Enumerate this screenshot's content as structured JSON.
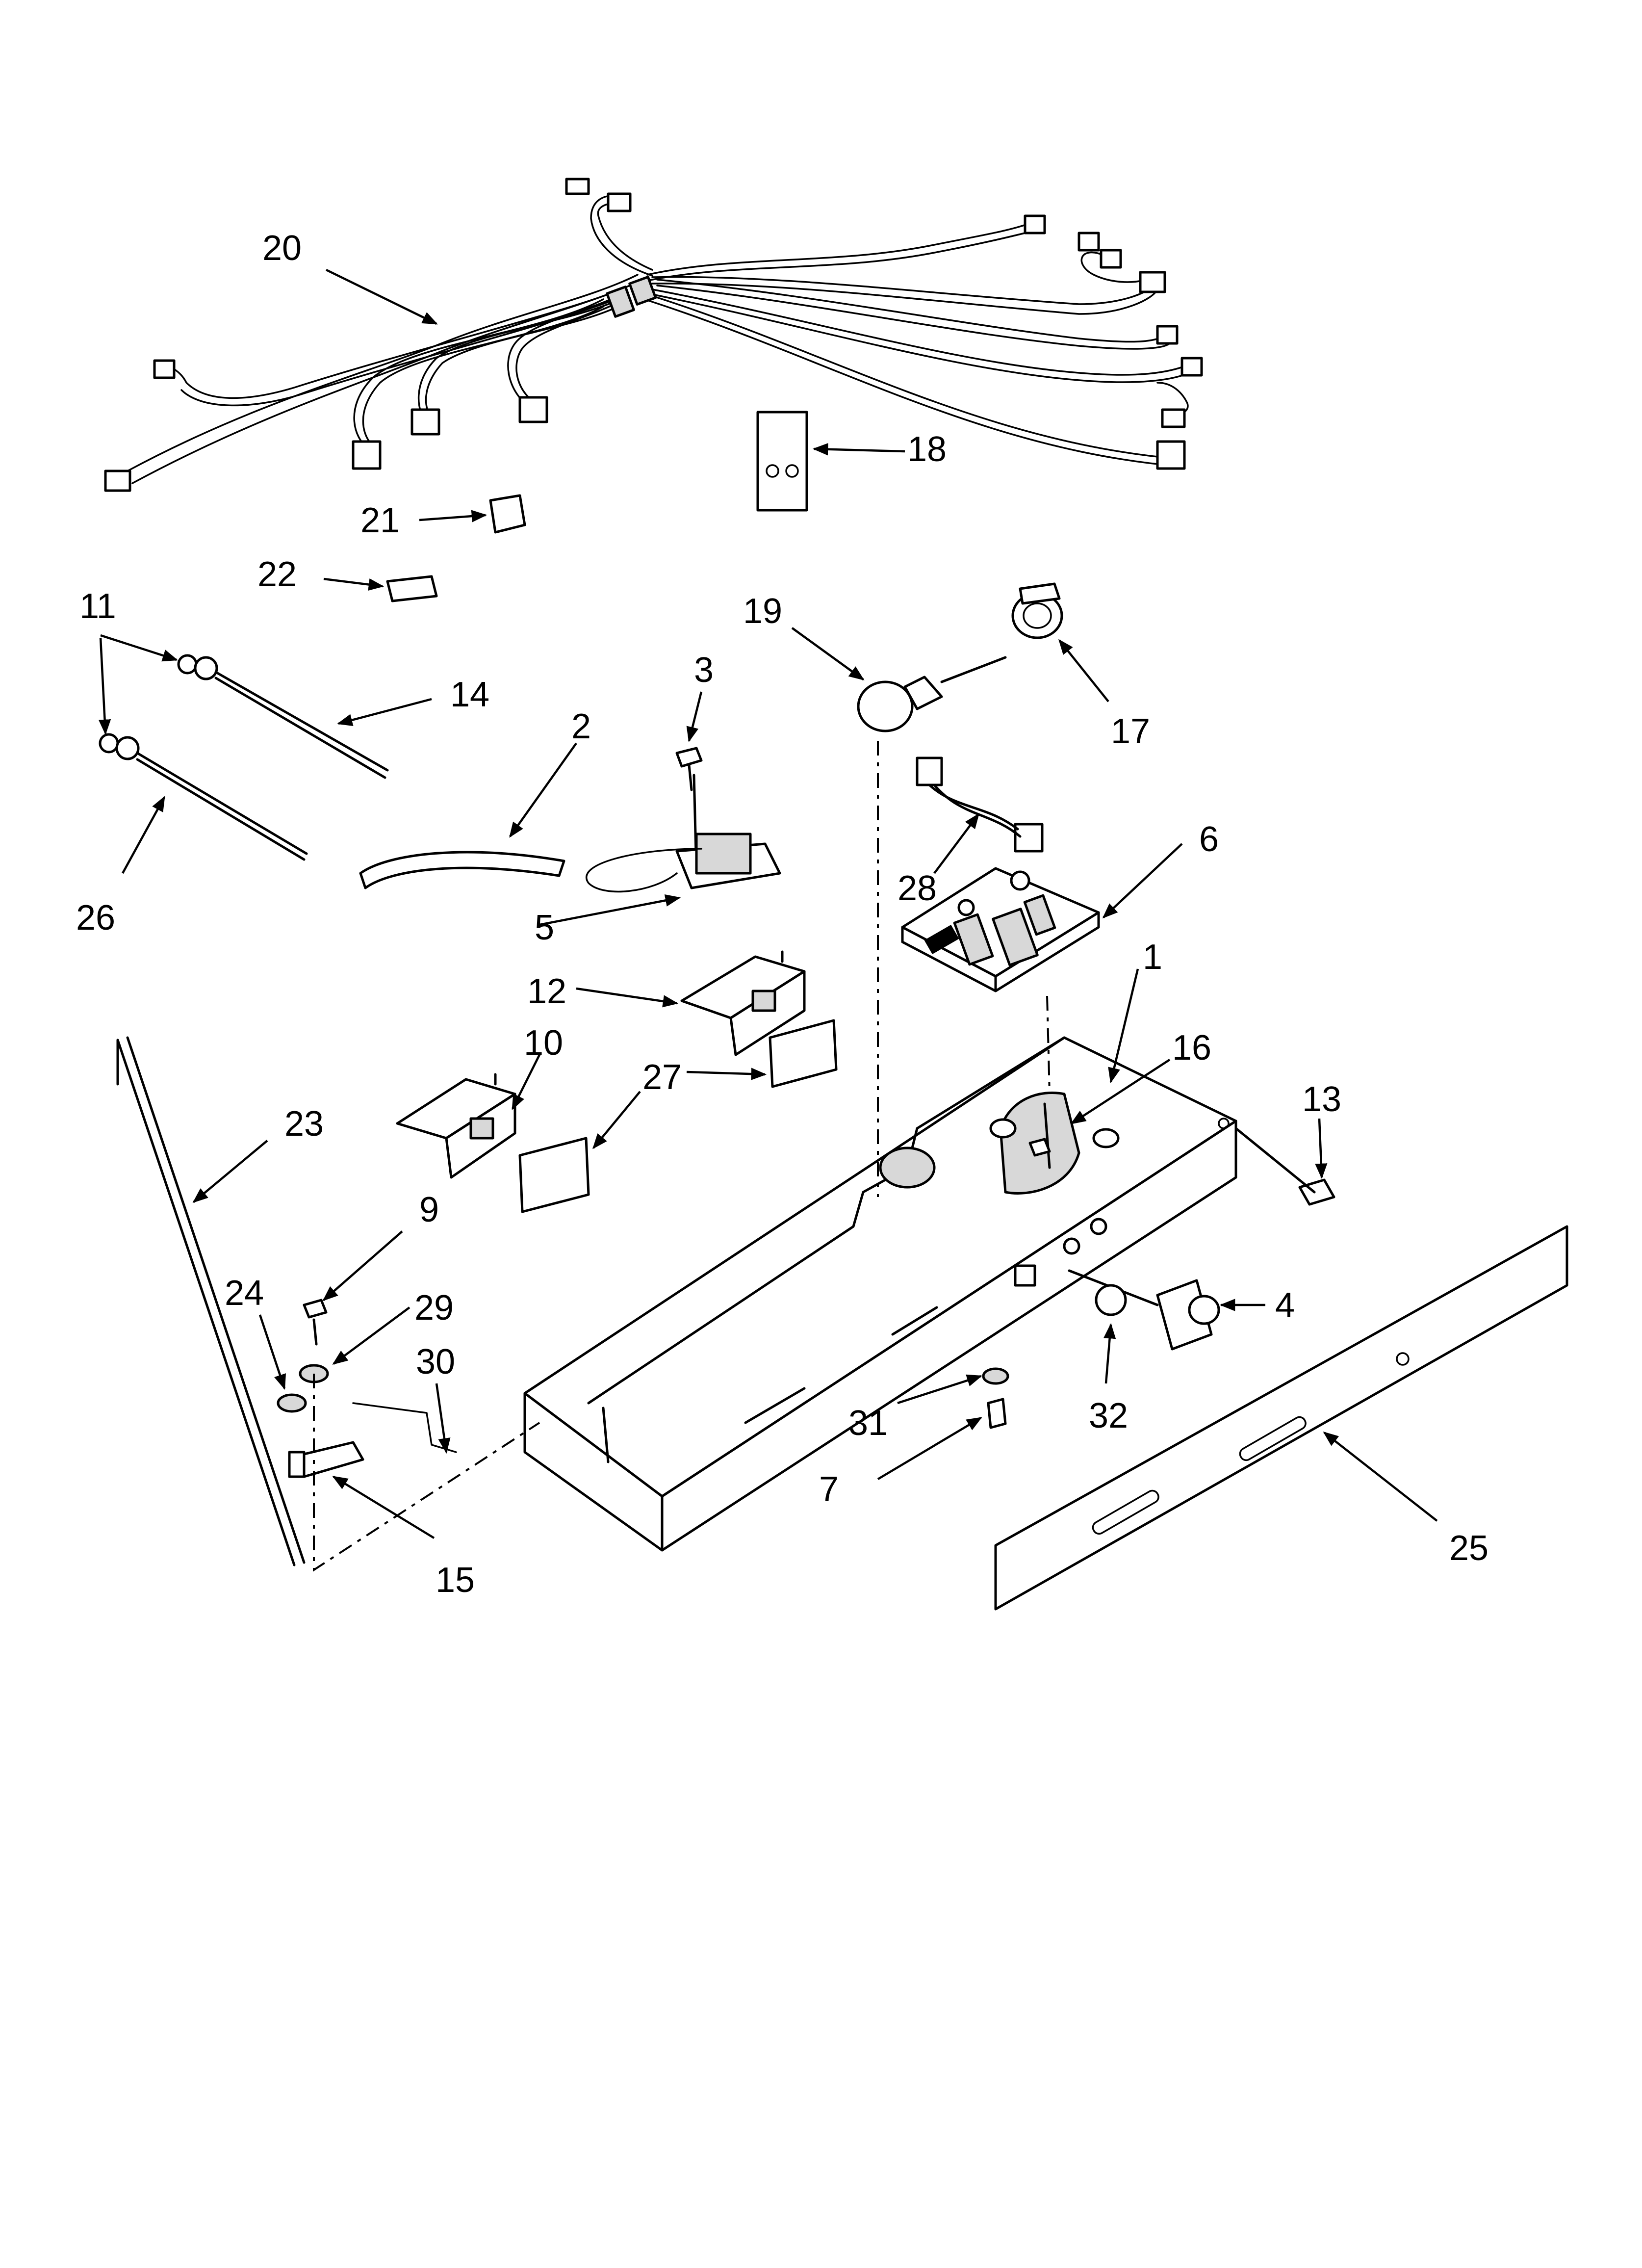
{
  "diagram": {
    "callouts": [
      {
        "id": "1",
        "text": "1"
      },
      {
        "id": "2",
        "text": "2"
      },
      {
        "id": "3",
        "text": "3"
      },
      {
        "id": "4",
        "text": "4"
      },
      {
        "id": "5",
        "text": "5"
      },
      {
        "id": "6",
        "text": "6"
      },
      {
        "id": "7",
        "text": "7"
      },
      {
        "id": "9",
        "text": "9"
      },
      {
        "id": "10",
        "text": "10"
      },
      {
        "id": "11",
        "text": "11"
      },
      {
        "id": "12",
        "text": "12"
      },
      {
        "id": "13",
        "text": "13"
      },
      {
        "id": "14",
        "text": "14"
      },
      {
        "id": "15",
        "text": "15"
      },
      {
        "id": "16",
        "text": "16"
      },
      {
        "id": "17",
        "text": "17"
      },
      {
        "id": "18",
        "text": "18"
      },
      {
        "id": "19",
        "text": "19"
      },
      {
        "id": "20",
        "text": "20"
      },
      {
        "id": "21",
        "text": "21"
      },
      {
        "id": "22",
        "text": "22"
      },
      {
        "id": "23",
        "text": "23"
      },
      {
        "id": "24",
        "text": "24"
      },
      {
        "id": "25",
        "text": "25"
      },
      {
        "id": "26",
        "text": "26"
      },
      {
        "id": "27",
        "text": "27"
      },
      {
        "id": "28",
        "text": "28"
      },
      {
        "id": "29",
        "text": "29"
      },
      {
        "id": "30",
        "text": "30"
      },
      {
        "id": "31",
        "text": "31"
      },
      {
        "id": "32",
        "text": "32"
      }
    ]
  }
}
